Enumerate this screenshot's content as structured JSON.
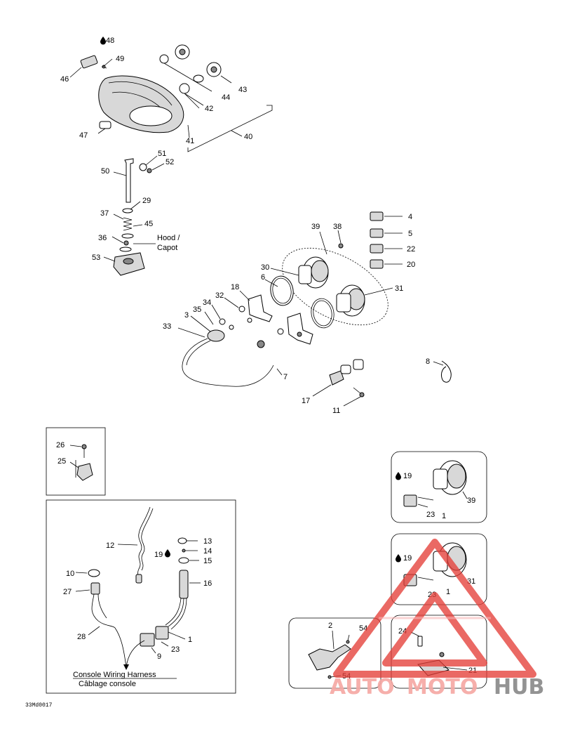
{
  "labels": {
    "l48": "48",
    "l49": "49",
    "l46": "46",
    "l43": "43",
    "l44": "44",
    "l42": "42",
    "l47": "47",
    "l41": "41",
    "l40": "40",
    "l51": "51",
    "l52": "52",
    "l50": "50",
    "l29": "29",
    "l37": "37",
    "l45": "45",
    "l36": "36",
    "l53": "53",
    "l39": "39",
    "l38": "38",
    "l4": "4",
    "l5": "5",
    "l22": "22",
    "l20": "20",
    "l30": "30",
    "l6": "6",
    "l31": "31",
    "l18": "18",
    "l32": "32",
    "l34": "34",
    "l35": "35",
    "l3": "3",
    "l33": "33",
    "l7": "7",
    "l8": "8",
    "l17": "17",
    "l11": "11",
    "l26": "26",
    "l25": "25",
    "l12": "12",
    "l13": "13",
    "l14": "14",
    "l19a": "19",
    "l15": "15",
    "l10": "10",
    "l27": "27",
    "l16": "16",
    "l28": "28",
    "l1a": "1",
    "l23a": "23",
    "l9": "9",
    "l19b": "19",
    "l1b": "1",
    "l39b": "39",
    "l23b": "23",
    "l19c": "19",
    "l1c": "1",
    "l31b": "31",
    "l23c": "23",
    "l2": "2",
    "l54a": "54",
    "l54b": "54",
    "l24": "24",
    "l21": "21"
  },
  "hood_label": {
    "en": "Hood /",
    "fr": "Capot"
  },
  "console_caption": {
    "en": "Console Wiring Harness",
    "fr": "Câblage console"
  },
  "figure_code": "33Md0017",
  "watermark": {
    "auto": "AUTO",
    "moto": "MOTO",
    "hub": "HUB",
    "color_red": "#e4403a",
    "color_pink": "#f7b0b0",
    "color_grey": "#8a8a8a"
  },
  "icons": {
    "drop": "oil-drop-icon"
  }
}
